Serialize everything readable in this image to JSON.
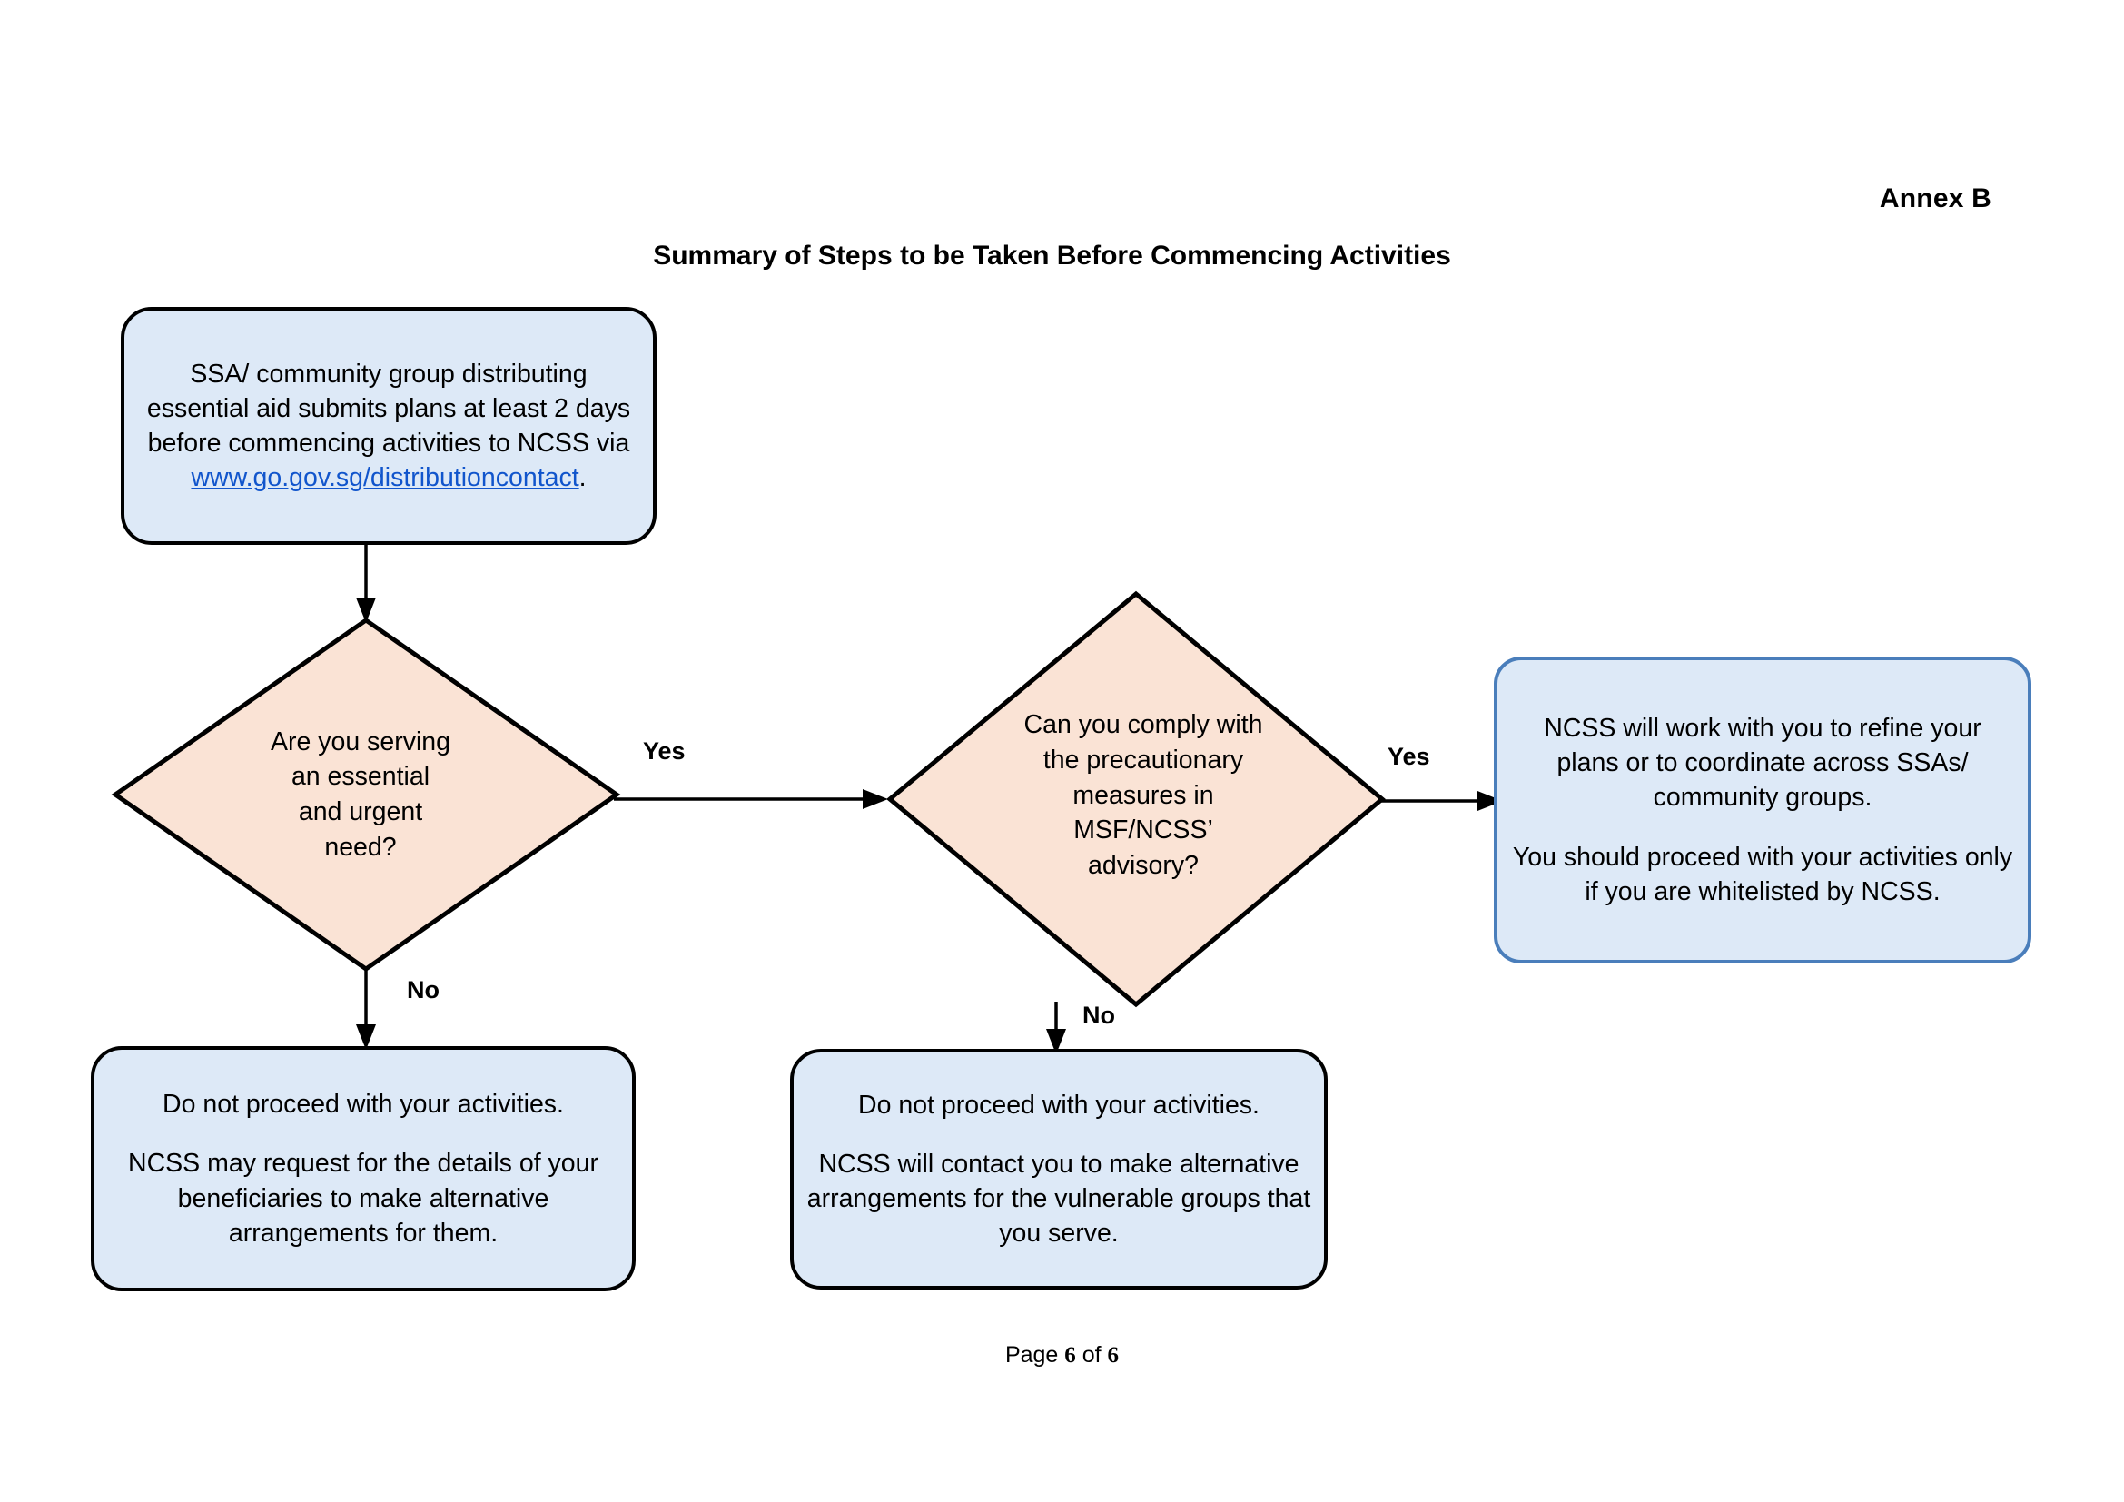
{
  "header": {
    "annex_label": "Annex B",
    "title": "Summary of Steps to be Taken Before Commencing Activities"
  },
  "colors": {
    "process_fill": "#DDE9F7",
    "decision_fill": "#FAE3D5",
    "black_border": "#000000",
    "blue_border": "#4A7EBB",
    "link": "#1155CC"
  },
  "nodes": {
    "intake": {
      "text_before_link": "SSA/ community group distributing essential aid submits plans at least 2 days before commencing activities to NCSS via ",
      "link_text": "www.go.gov.sg/distributioncontact",
      "text_after_link": "."
    },
    "decision_essential": {
      "lines": [
        "Are you serving",
        "an essential",
        "and urgent",
        "need?"
      ]
    },
    "decision_comply": {
      "lines": [
        "Can you comply with",
        "the precautionary",
        "measures in",
        "MSF/NCSS’",
        "advisory?"
      ]
    },
    "outcome_refine": {
      "paragraph_1": "NCSS will work with you to refine your plans or to coordinate across SSAs/ community groups.",
      "paragraph_2": "You should proceed with your activities only if you are whitelisted by NCSS."
    },
    "stop_left": {
      "paragraph_1": "Do not proceed with your activities.",
      "paragraph_2": "NCSS may request for the details of your beneficiaries to make alternative arrangements for them."
    },
    "stop_mid": {
      "paragraph_1": "Do not proceed with your activities.",
      "paragraph_2": "NCSS will contact you to make alternative arrangements for the vulnerable groups that you serve."
    }
  },
  "edges": {
    "yes_1": "Yes",
    "no_1": "No",
    "yes_2": "Yes",
    "no_2": "No"
  },
  "footer": {
    "prefix": "Page ",
    "current_page": "6",
    "middle": " of ",
    "total_pages": "6"
  }
}
